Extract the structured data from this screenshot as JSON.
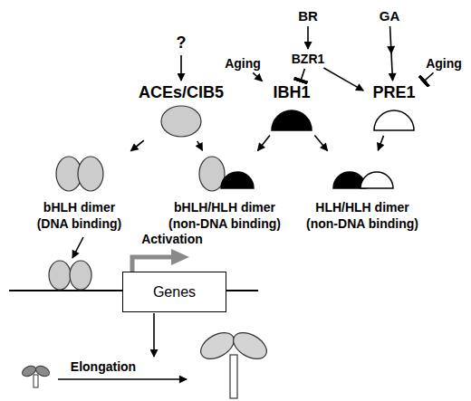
{
  "diagram": {
    "nodes": [
      {
        "text": [
          "BR"
        ]
      },
      {
        "text": [
          "GA"
        ]
      },
      {
        "text": [
          "?"
        ]
      },
      {
        "text": [
          "Aging"
        ]
      },
      {
        "text": [
          "BZR1"
        ]
      },
      {
        "text": [
          "Aging"
        ]
      },
      {
        "text": [
          "ACEs/CIB5"
        ]
      },
      {
        "text": [
          "IBH1"
        ]
      },
      {
        "text": [
          "PRE1"
        ]
      },
      {
        "text": [
          "bHLH dimer (DNA binding)"
        ]
      },
      {
        "text": [
          "bHLH/HLH dimer (non-DNA binding)"
        ]
      },
      {
        "text": [
          "HLH/HLH dimer (non-DNA binding)"
        ]
      },
      {
        "text": [
          "Genes"
        ]
      }
    ],
    "edges": [
      {
        "from": 0,
        "to": 4,
        "arrow": "to"
      },
      {
        "from": 1,
        "to": 8,
        "arrow": "to"
      },
      {
        "from": 2,
        "to": 6,
        "arrow": "to"
      },
      {
        "from": 3,
        "to": 7,
        "arrow": "to"
      },
      {
        "from": 4,
        "to": 7,
        "arrow": "to"
      },
      {
        "from": 4,
        "to": 8,
        "arrow": "to"
      },
      {
        "from": 5,
        "to": 8,
        "arrow": "to"
      },
      {
        "from": 6,
        "to": 9,
        "arrow": "to"
      },
      {
        "from": 6,
        "to": 10,
        "arrow": "to"
      },
      {
        "from": 7,
        "to": 10,
        "arrow": "to"
      },
      {
        "from": 7,
        "to": 11,
        "arrow": "to"
      },
      {
        "from": 8,
        "to": 11,
        "arrow": "to"
      }
    ],
    "labels": [
      "Activation",
      "Elongation"
    ]
  }
}
